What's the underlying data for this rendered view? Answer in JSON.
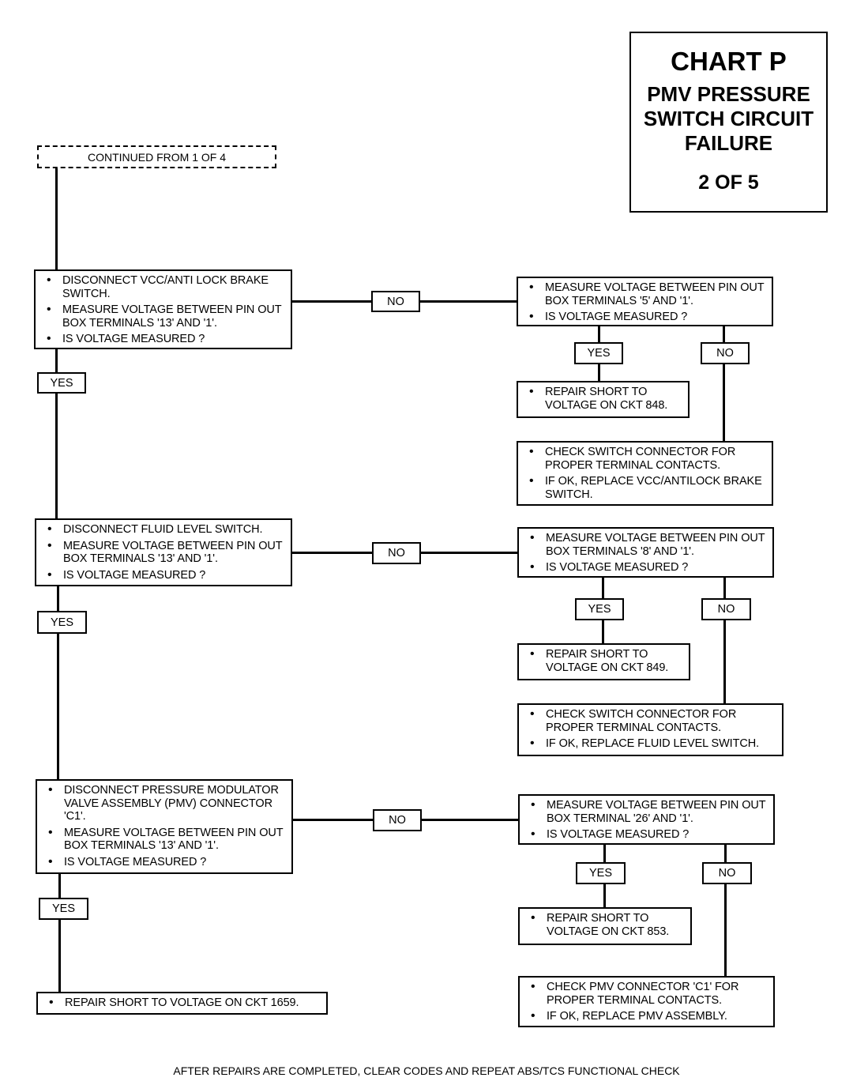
{
  "title_block": {
    "chart": "CHART P",
    "title": "PMV PRESSURE\nSWITCH CIRCUIT\nFAILURE",
    "page": "2 OF 5"
  },
  "continued": "CONTINUED FROM 1 OF 4",
  "labels": {
    "yes": "YES",
    "no": "NO"
  },
  "steps": [
    {
      "main": [
        "DISCONNECT VCC/ANTI LOCK BRAKE SWITCH.",
        "MEASURE VOLTAGE BETWEEN PIN OUT BOX TERMINALS '13' AND '1'.",
        "IS VOLTAGE MEASURED ?"
      ],
      "measure": [
        "MEASURE VOLTAGE BETWEEN PIN OUT BOX TERMINALS '5' AND '1'.",
        "IS VOLTAGE MEASURED ?"
      ],
      "repair": [
        "REPAIR SHORT TO VOLTAGE ON CKT 848."
      ],
      "check": [
        "CHECK SWITCH CONNECTOR FOR PROPER TERMINAL CONTACTS.",
        "IF OK, REPLACE VCC/ANTILOCK BRAKE SWITCH."
      ]
    },
    {
      "main": [
        "DISCONNECT FLUID LEVEL SWITCH.",
        "MEASURE VOLTAGE BETWEEN PIN OUT BOX TERMINALS '13' AND '1'.",
        "IS VOLTAGE MEASURED ?"
      ],
      "measure": [
        "MEASURE VOLTAGE BETWEEN PIN OUT BOX TERMINALS '8' AND '1'.",
        "IS VOLTAGE MEASURED ?"
      ],
      "repair": [
        "REPAIR SHORT TO VOLTAGE ON CKT 849."
      ],
      "check": [
        "CHECK SWITCH CONNECTOR FOR PROPER TERMINAL CONTACTS.",
        "IF OK, REPLACE FLUID LEVEL SWITCH."
      ]
    },
    {
      "main": [
        "DISCONNECT PRESSURE MODULATOR VALVE ASSEMBLY (PMV) CONNECTOR 'C1'.",
        "MEASURE VOLTAGE BETWEEN PIN OUT BOX TERMINALS '13' AND '1'.",
        "IS VOLTAGE MEASURED ?"
      ],
      "measure": [
        "MEASURE VOLTAGE BETWEEN PIN OUT BOX TERMINAL '26' AND '1'.",
        "IS VOLTAGE MEASURED ?"
      ],
      "repair": [
        "REPAIR SHORT TO VOLTAGE ON CKT 853."
      ],
      "check": [
        "CHECK PMV CONNECTOR 'C1' FOR PROPER TERMINAL CONTACTS.",
        "IF OK, REPLACE PMV ASSEMBLY."
      ]
    }
  ],
  "final": [
    "REPAIR SHORT TO VOLTAGE ON CKT 1659."
  ],
  "footer": "AFTER REPAIRS ARE COMPLETED, CLEAR CODES AND REPEAT ABS/TCS FUNCTIONAL CHECK"
}
